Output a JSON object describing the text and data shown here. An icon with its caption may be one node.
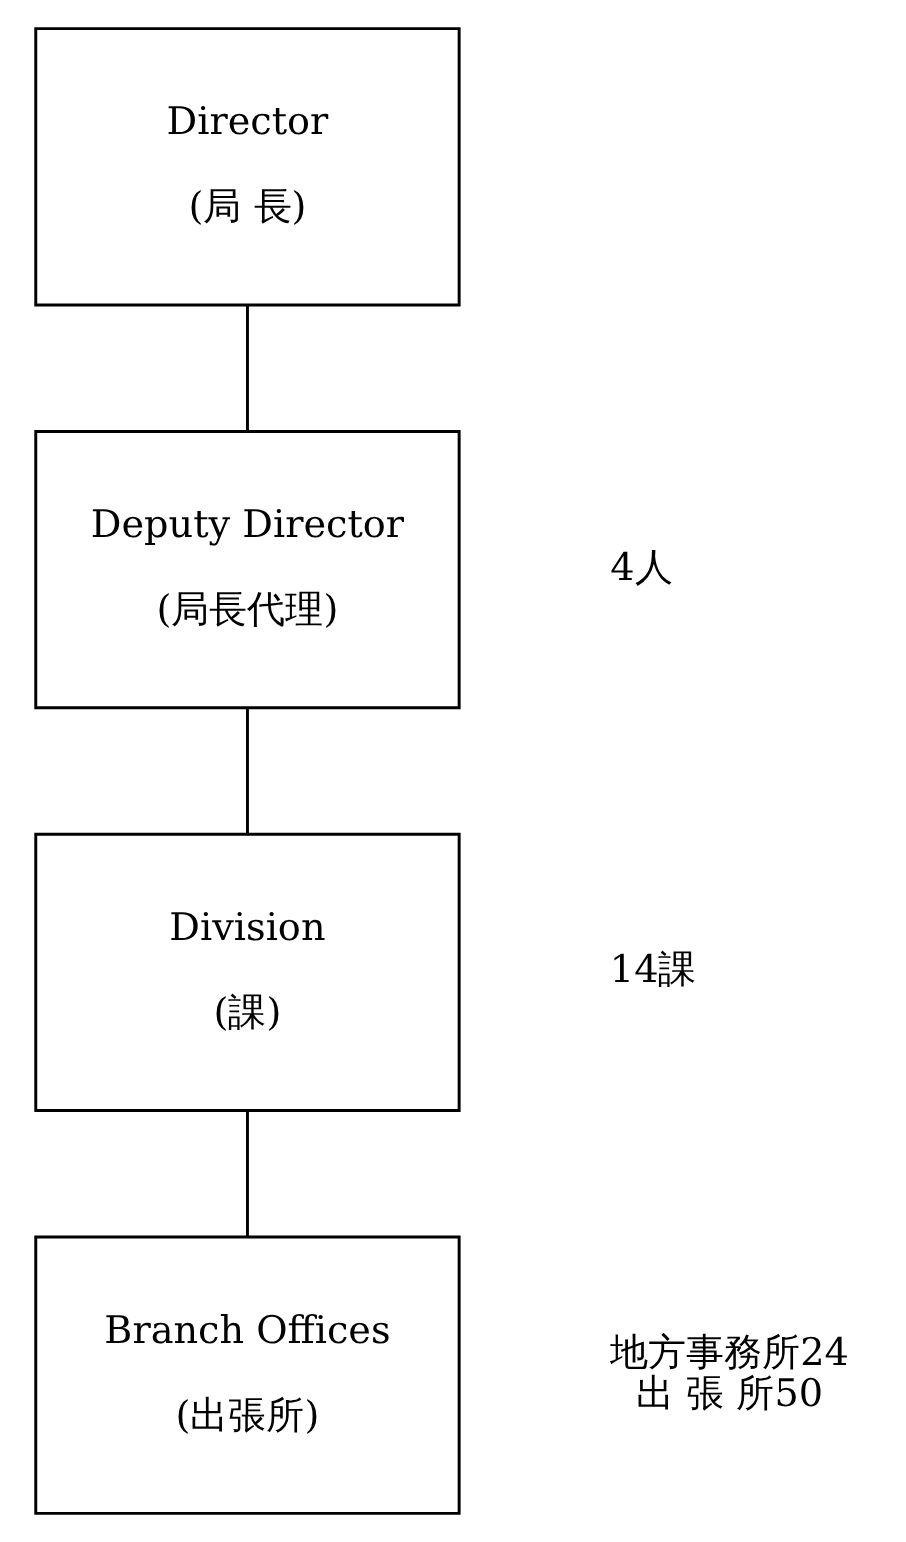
{
  "diagram": {
    "nodes": [
      {
        "text": [
          "Director",
          "(局 長)"
        ]
      },
      {
        "text": [
          "Deputy Director",
          "(局長代理)"
        ],
        "beside": [
          "4人"
        ]
      },
      {
        "text": [
          "Division",
          "(課)"
        ],
        "beside": [
          "14課"
        ]
      },
      {
        "text": [
          "Branch Offices",
          "(出張所)"
        ],
        "beside": [
          "地方事務所24",
          "出 張 所50"
        ]
      }
    ],
    "edges": [
      {
        "from": 0,
        "to": 1,
        "arrow": "none"
      },
      {
        "from": 1,
        "to": 2,
        "arrow": "none"
      },
      {
        "from": 2,
        "to": 3,
        "arrow": "none"
      }
    ]
  }
}
